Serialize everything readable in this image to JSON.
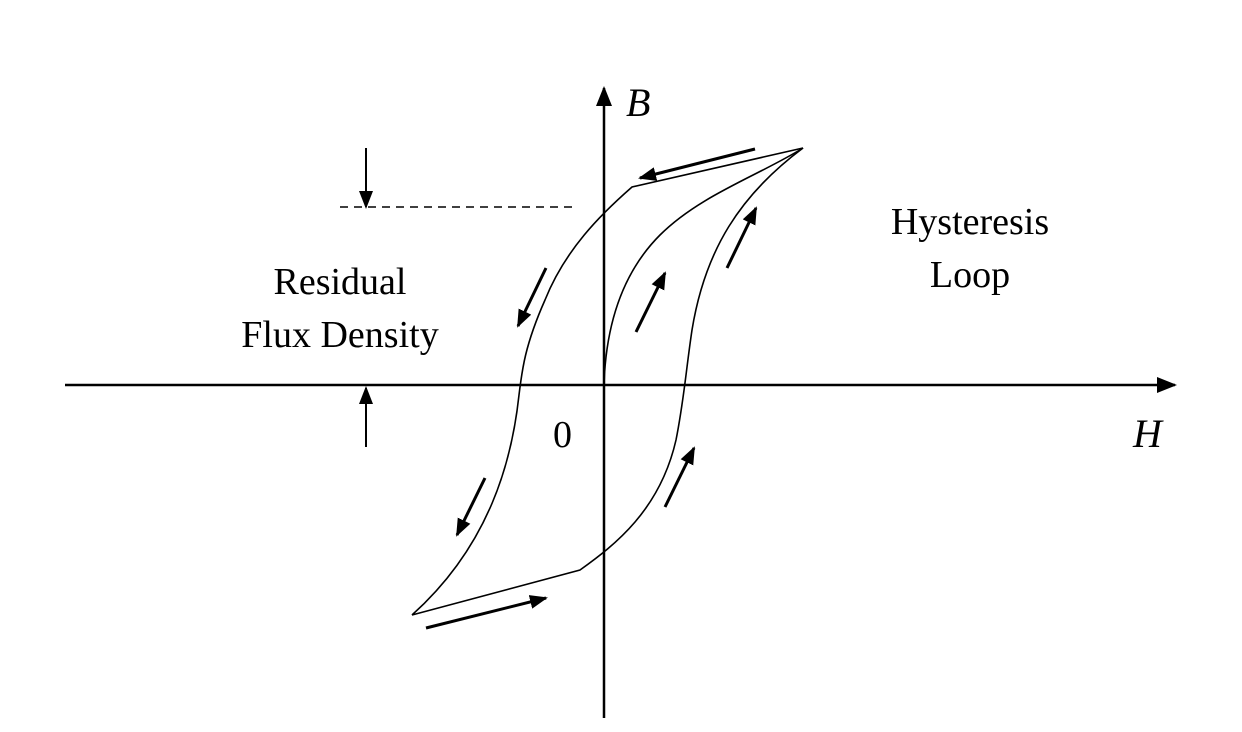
{
  "title": "Hysteresis Loop",
  "axes": {
    "x_label": "H",
    "y_label": "B",
    "origin_label": "0"
  },
  "annotations": {
    "residual_line1": "Residual",
    "residual_line2": "Flux Density",
    "loop_line1": "Hysteresis",
    "loop_line2": "Loop"
  },
  "colors": {
    "stroke": "#000000",
    "background": "#ffffff"
  }
}
